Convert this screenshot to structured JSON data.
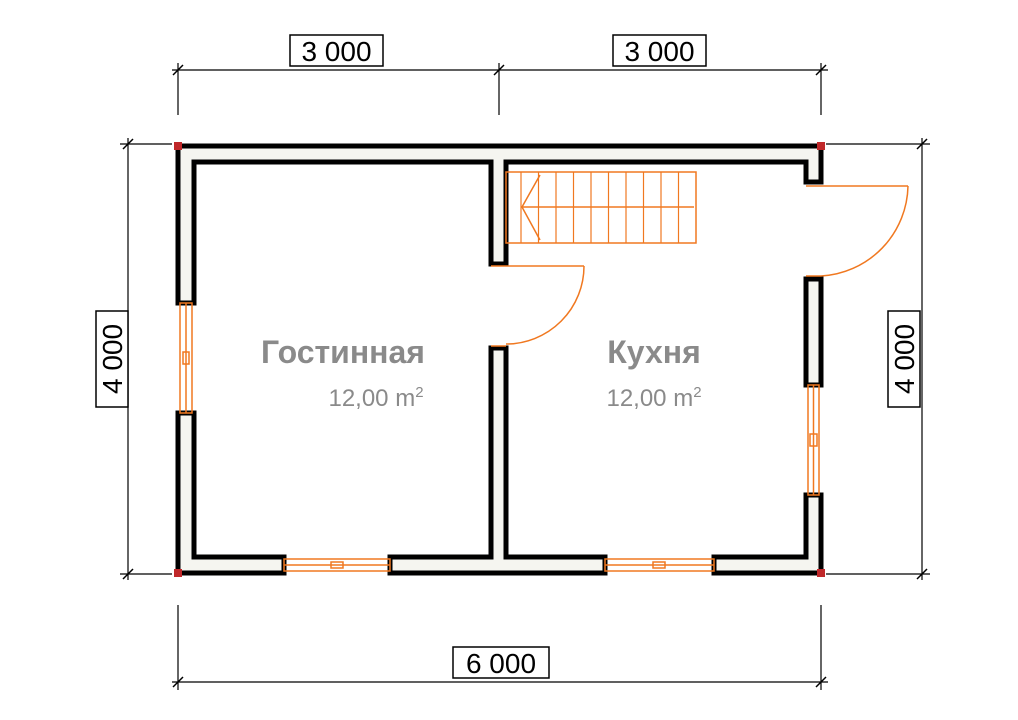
{
  "dimensions": {
    "top_left": "3 000",
    "top_right": "3 000",
    "bottom_total": "6 000",
    "left_height": "4 000",
    "right_height": "4 000"
  },
  "rooms": [
    {
      "name": "Гостинная",
      "area": "12,00 m",
      "area_sup": "2"
    },
    {
      "name": "Кухня",
      "area": "12,00 m",
      "area_sup": "2"
    }
  ],
  "colors": {
    "wall_outline": "#000000",
    "wall_fill": "#f5f5f0",
    "openings": "#f07820",
    "corner_posts": "#c0282a",
    "room_text": "#8a8a8a"
  }
}
